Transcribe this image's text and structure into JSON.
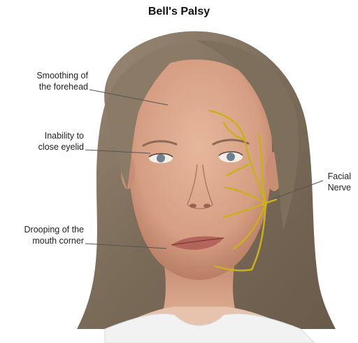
{
  "title": "Bell's Palsy",
  "labels": {
    "forehead": "Smoothing of\nthe forehead",
    "eyelid": "Inability to\nclose eyelid",
    "mouth": "Drooping of the\nmouth corner",
    "nerve": "Facial\nNerve"
  },
  "colors": {
    "skin": "#d9a68a",
    "hair": "#8a7a68",
    "nerve": "#c9b020",
    "leader": "#555555"
  }
}
